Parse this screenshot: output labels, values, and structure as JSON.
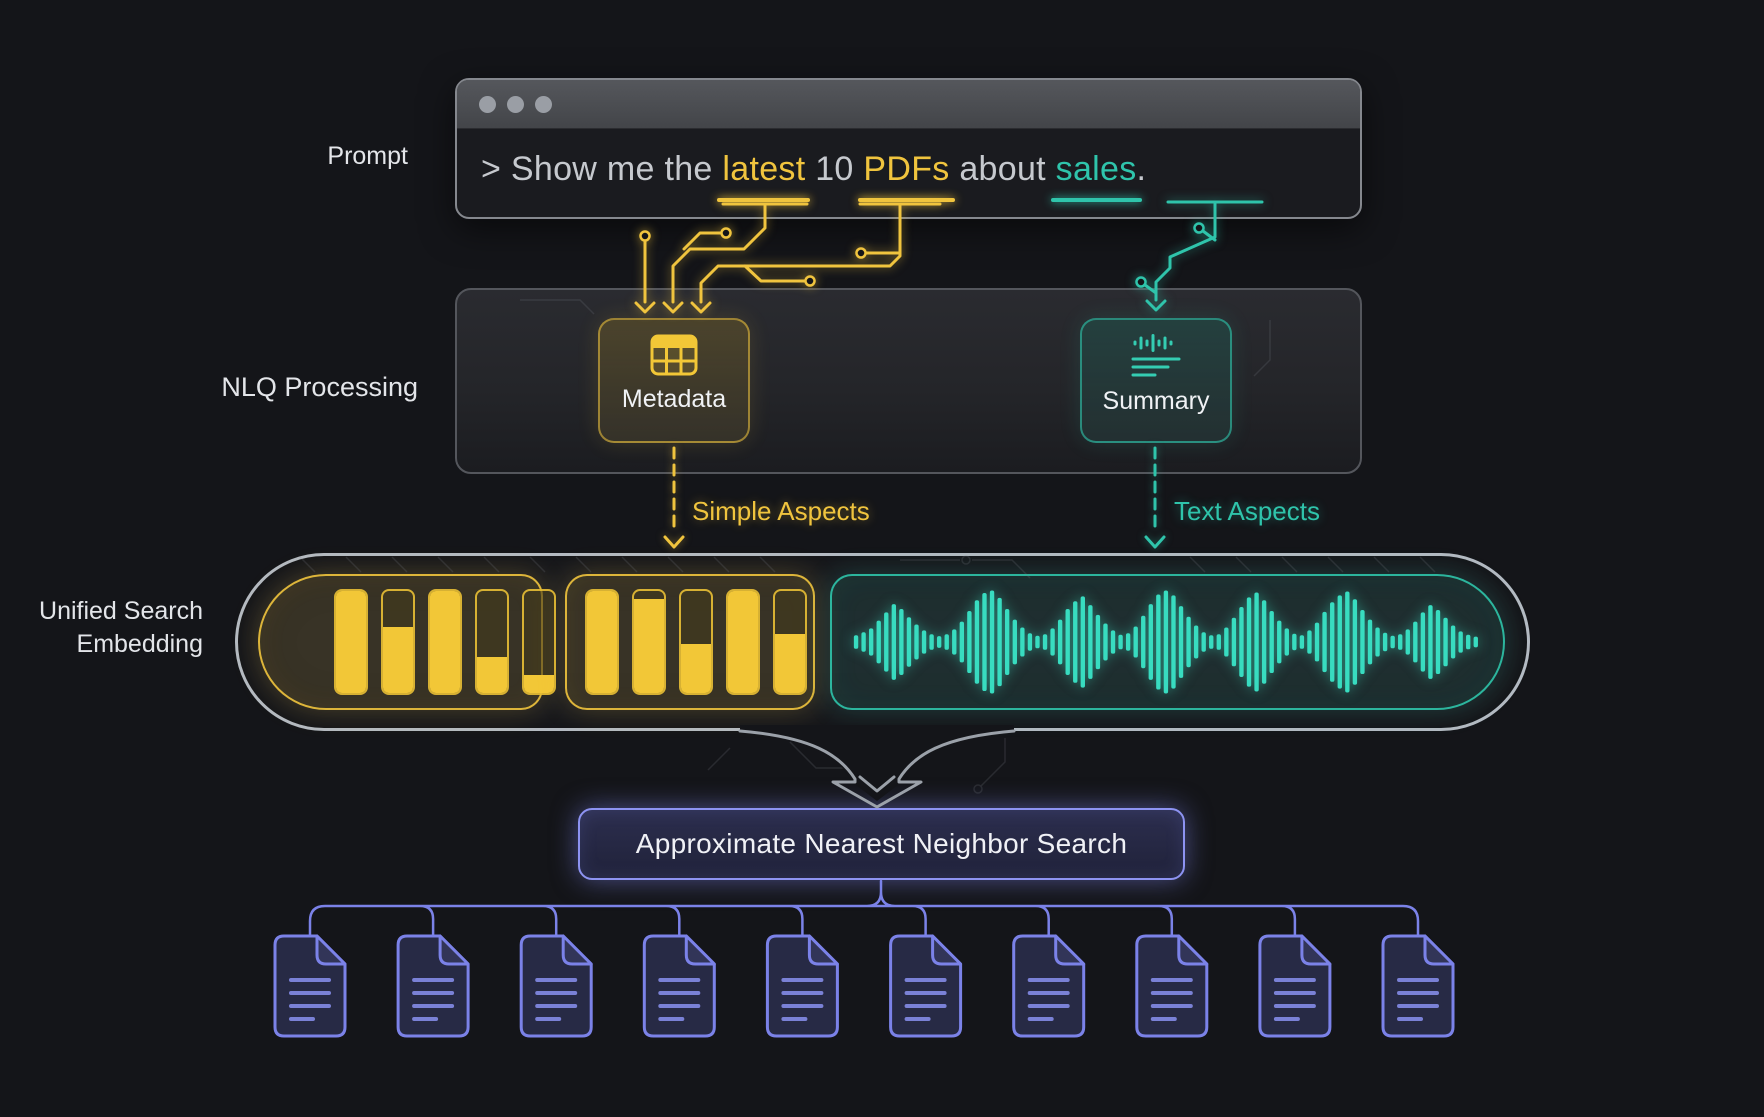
{
  "side_labels": {
    "prompt": "Prompt",
    "nlq_processing": "NLQ Processing",
    "unified_line1": "Unified Search",
    "unified_line2": "Embedding"
  },
  "terminal": {
    "tokens": [
      {
        "text": "> Show me the ",
        "style": "plain"
      },
      {
        "text": "latest",
        "style": "yellow-underline"
      },
      {
        "text": " ",
        "style": "plain"
      },
      {
        "text": "10",
        "style": "plain"
      },
      {
        "text": " ",
        "style": "plain"
      },
      {
        "text": "PDFs",
        "style": "yellow-underline"
      },
      {
        "text": " about ",
        "style": "plain"
      },
      {
        "text": "sales",
        "style": "teal-underline"
      },
      {
        "text": ".",
        "style": "plain"
      }
    ]
  },
  "nlq_boxes": {
    "metadata": "Metadata",
    "summary": "Summary"
  },
  "aspect_labels": {
    "simple": "Simple Aspects",
    "text": "Text Aspects"
  },
  "embedding": {
    "histogram_left": [
      1.0,
      0.65,
      1.0,
      0.35,
      0.18
    ],
    "histogram_right": [
      1.0,
      0.92,
      0.48,
      1.0,
      0.58
    ],
    "waveform": [
      0.08,
      0.14,
      0.22,
      0.38,
      0.55,
      0.72,
      0.62,
      0.45,
      0.3,
      0.18,
      0.1,
      0.06,
      0.1,
      0.2,
      0.36,
      0.58,
      0.8,
      0.95,
      1.0,
      0.85,
      0.62,
      0.4,
      0.24,
      0.12,
      0.07,
      0.1,
      0.22,
      0.4,
      0.62,
      0.78,
      0.88,
      0.7,
      0.5,
      0.32,
      0.18,
      0.09,
      0.12,
      0.26,
      0.48,
      0.72,
      0.92,
      1.0,
      0.9,
      0.68,
      0.46,
      0.28,
      0.14,
      0.08,
      0.1,
      0.24,
      0.44,
      0.66,
      0.86,
      0.96,
      0.8,
      0.58,
      0.38,
      0.22,
      0.11,
      0.08,
      0.18,
      0.34,
      0.56,
      0.76,
      0.9,
      0.98,
      0.82,
      0.6,
      0.4,
      0.24,
      0.13,
      0.07,
      0.1,
      0.2,
      0.36,
      0.55,
      0.7,
      0.6,
      0.44,
      0.28,
      0.16,
      0.09,
      0.05
    ]
  },
  "ann": {
    "label": "Approximate Nearest Neighbor Search"
  },
  "results": {
    "document_count": 10,
    "line_widths": [
      42,
      42,
      42,
      26
    ]
  },
  "colors": {
    "yellow": "#f0c43e",
    "teal": "#2fc4ab",
    "indigo": "#7b82e8",
    "pill_border": "#b4bac2",
    "background": "#141519"
  }
}
